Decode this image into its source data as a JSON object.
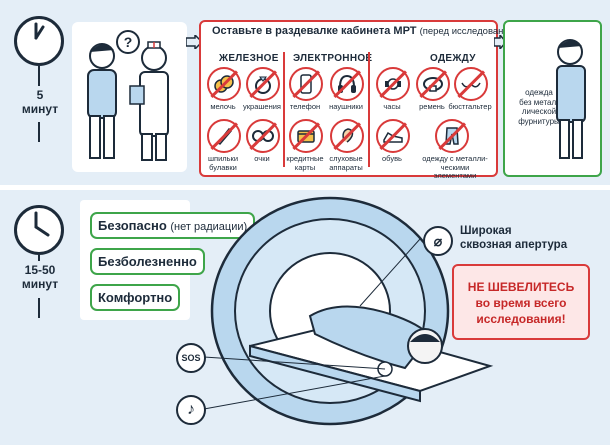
{
  "section1": {
    "duration": "5\nминут",
    "instruction_main": "Оставьте в раздевалке кабинета МРТ",
    "instruction_note": "(перед исследованием)",
    "categories": [
      {
        "title": "ЖЕЛЕЗНОЕ",
        "items": [
          "мелочь",
          "украшения",
          "шпильки\nбулавки",
          "очки"
        ]
      },
      {
        "title": "ЭЛЕКТРОННОЕ",
        "items": [
          "телефон",
          "наушники",
          "кредитные\nкарты",
          "слуховые\nаппараты"
        ]
      },
      {
        "title": "ОДЕЖДУ",
        "items": [
          "часы",
          "ремень",
          "бюстгальтер",
          "обувь",
          "одежду с металли-\nческими элементами"
        ]
      }
    ],
    "result_text": "одежда\nбез метал-\nлической\nфурнитуры"
  },
  "section2": {
    "duration": "15-50\nминут",
    "benefits": [
      {
        "main": "Безопасно",
        "note": "(нет радиации)"
      },
      {
        "main": "Безболезненно",
        "note": ""
      },
      {
        "main": "Комфортно",
        "note": ""
      }
    ],
    "aperture_label": "Широкая\nсквозная апертура",
    "warning": "НЕ ШЕВЕЛИТЕСЬ\nво время всего\nисследования!",
    "sos_label": "SOS",
    "music_icon": "music-note-icon"
  },
  "colors": {
    "red": "#d93a3a",
    "green": "#3ea54a",
    "band": "#e4eef7",
    "ink": "#1d2b3a",
    "mri": "#b9d7ee"
  }
}
